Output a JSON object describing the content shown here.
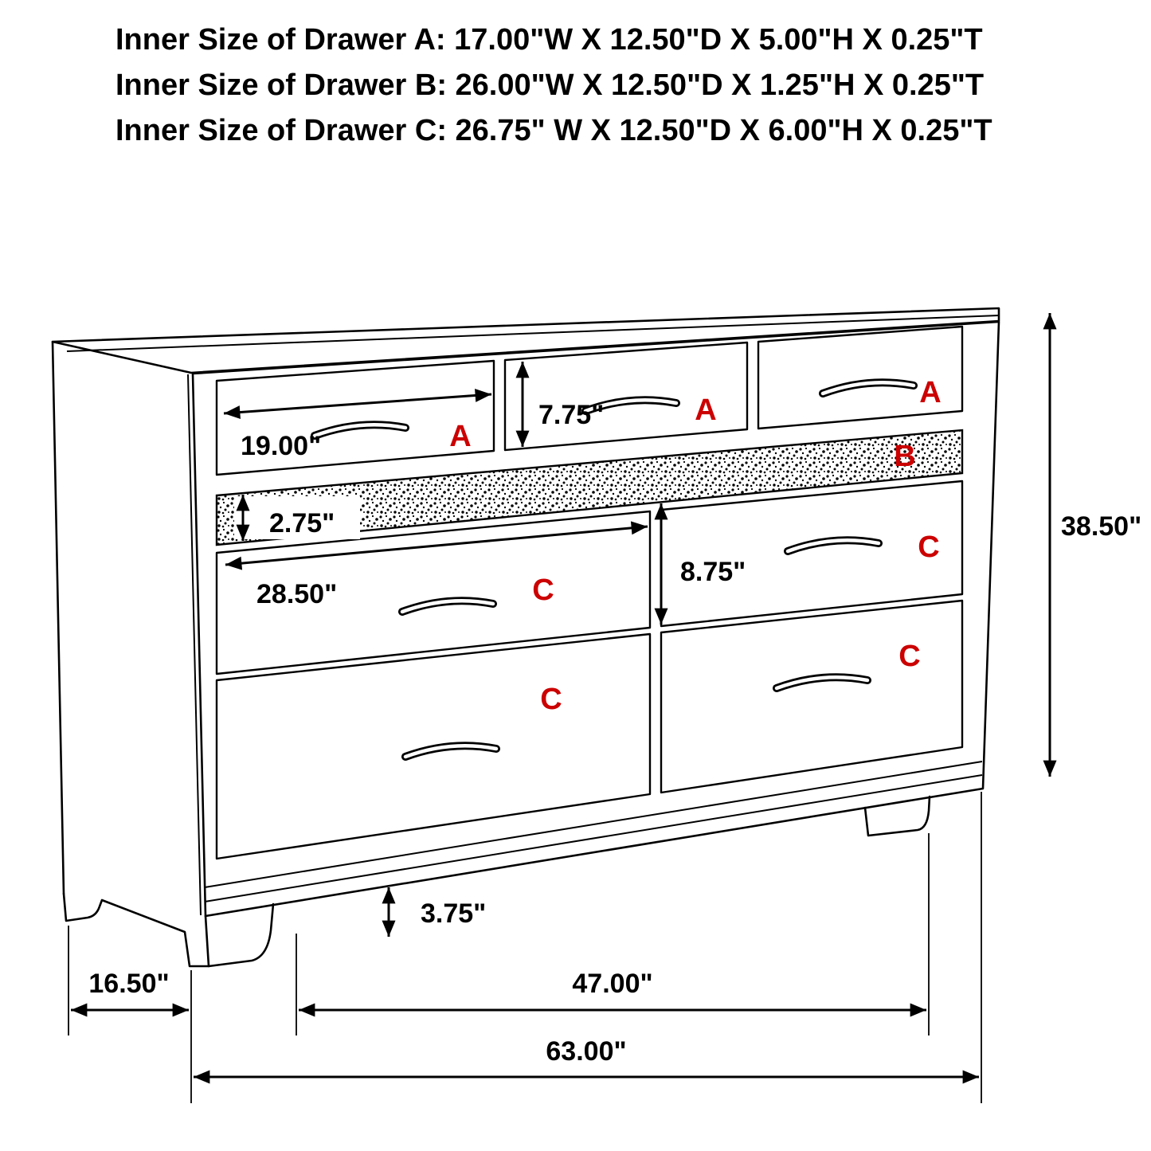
{
  "header": {
    "line1": "Inner Size of Drawer A: 17.00\"W X 12.50\"D X 5.00\"H X 0.25\"T",
    "line2": "Inner Size of Drawer B: 26.00\"W X 12.50\"D X 1.25\"H X 0.25\"T",
    "line3": "Inner Size of Drawer C: 26.75\" W X 12.50\"D X 6.00\"H X 0.25\"T"
  },
  "drawer_labels": {
    "a": "A",
    "b": "B",
    "c": "C"
  },
  "dimensions": {
    "drawer_a_width": "19.00\"",
    "drawer_a_height": "7.75\"",
    "drawer_b_height": "2.75\"",
    "drawer_c_width": "28.50\"",
    "drawer_c_height": "8.75\"",
    "overall_height": "38.50\"",
    "foot_height": "3.75\"",
    "depth": "16.50\"",
    "inner_leg_span": "47.00\"",
    "overall_width": "63.00\""
  },
  "colors": {
    "label": "#cc0000",
    "line": "#000000"
  }
}
